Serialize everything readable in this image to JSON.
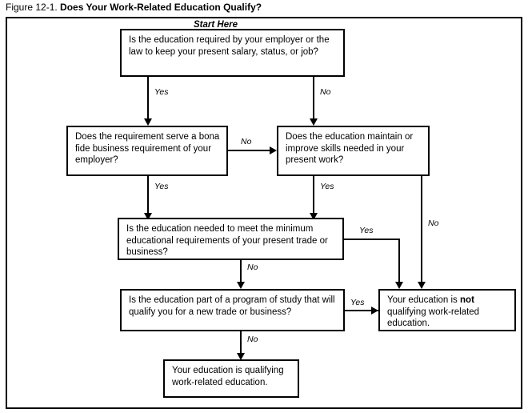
{
  "figure": {
    "number": "Figure 12-1.",
    "title": "Does Your Work-Related Education Qualify?"
  },
  "start_label": "Start Here",
  "colors": {
    "ink": "#000000",
    "background": "#ffffff"
  },
  "nodes": {
    "q1": "Is the education required by your employer or the law to keep your present salary, status, or job?",
    "q2_left": "Does the requirement serve a bona fide business requirement of your employer?",
    "q2_right": "Does the education maintain or improve skills needed in your present work?",
    "q3": "Is the education needed to meet the minimum educational requirements of your present trade or business?",
    "q4": "Is the education part of a program of study that will qualify you for a new trade or business?",
    "result_not_qualifying_pre": "Your education is ",
    "result_not_qualifying_emphasis": "not",
    "result_not_qualifying_post": " qualifying work-related education.",
    "result_qualifying": "Your education is qualifying work-related education."
  },
  "edges": {
    "q1_yes": "Yes",
    "q1_no": "No",
    "q2left_yes": "Yes",
    "q2left_no": "No",
    "q2right_yes": "Yes",
    "q2right_no": "No",
    "q3_yes": "Yes",
    "q3_no": "No",
    "q4_yes": "Yes",
    "q4_no": "No"
  }
}
